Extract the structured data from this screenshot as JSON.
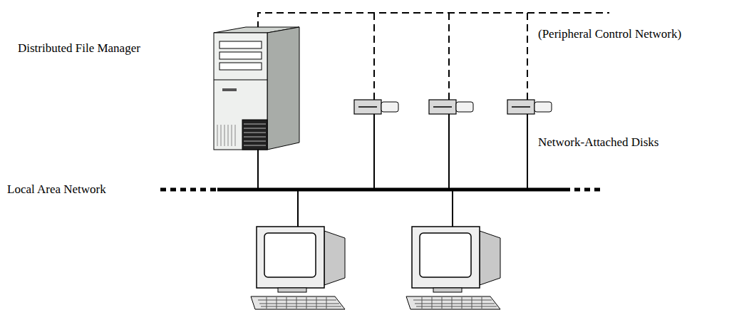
{
  "diagram": {
    "nodes": [
      {
        "text": [
          "Distributed File Manager"
        ]
      }
    ],
    "labels": [
      "(Peripheral Control Network)",
      "Network-Attached Disks",
      "Local Area Network"
    ]
  }
}
